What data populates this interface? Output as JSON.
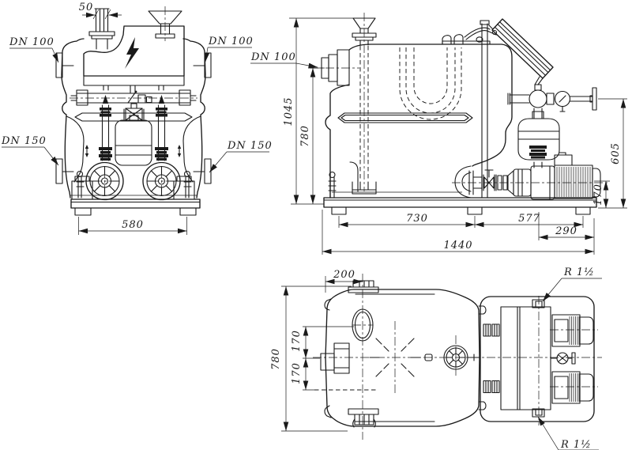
{
  "drawing_type": "technical-orthographic-drawing",
  "subject": "sewage lifting station with two pumps",
  "colors": {
    "background": "#ffffff",
    "line": "#1a1a1a"
  },
  "views": {
    "front": {
      "name": "front view",
      "dims": {
        "vent_pipe_width": "50",
        "pump_base_width": "580"
      },
      "labels": {
        "dn100_left": "DN 100",
        "dn100_right": "DN 100",
        "dn150_left": "DN 150",
        "dn150_right": "DN 150"
      }
    },
    "side": {
      "name": "side view",
      "dims": {
        "overall_height": "1045",
        "inlet_center_height": "780",
        "valve_line_height": "605",
        "pump_axis_height": "170",
        "tank_foot_span": "730",
        "pump_foot_span": "577",
        "motor_overhang": "290",
        "overall_length": "1440"
      },
      "labels": {
        "dn100_inlet": "DN 100"
      }
    },
    "plan": {
      "name": "top view",
      "dims": {
        "vent_offset_x": "200",
        "tank_width": "780",
        "port_offset_upper": "170",
        "port_offset_lower": "170"
      },
      "labels": {
        "r_thread_top": "R 1½",
        "r_thread_bottom": "R 1½"
      }
    }
  }
}
